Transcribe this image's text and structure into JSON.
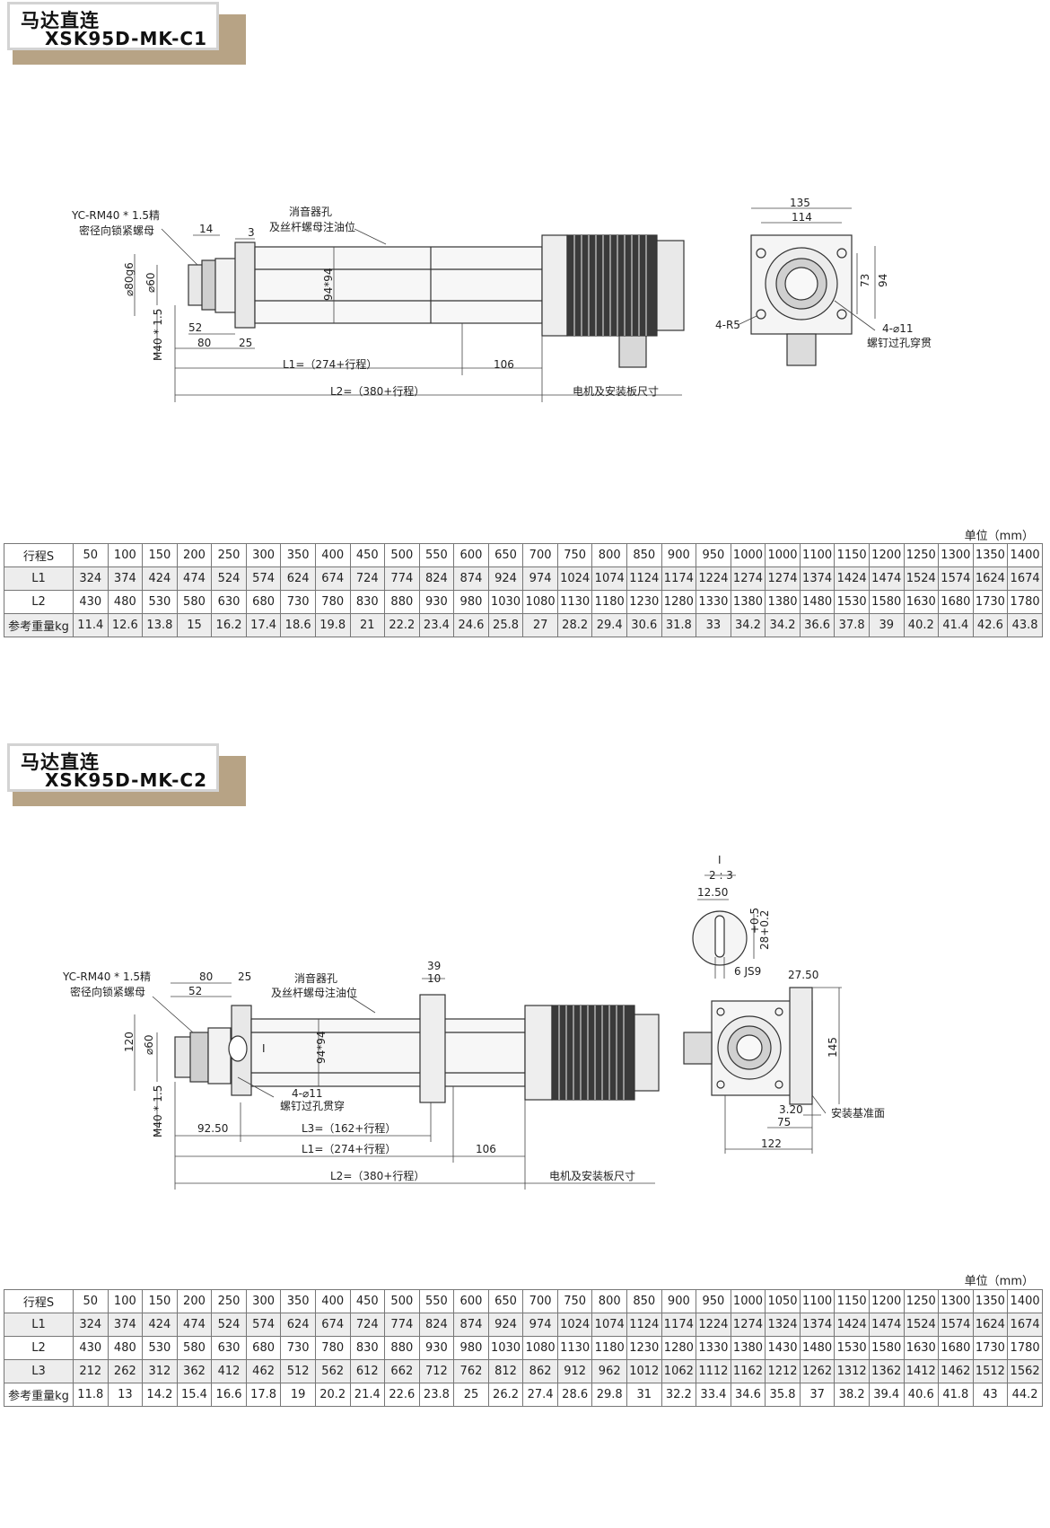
{
  "section1": {
    "title_cn": "马达直连",
    "model": "XSK95D-MK-C1",
    "unit": "单位（mm）",
    "labels": {
      "nut": "YC-RM40 * 1.5精",
      "nut2": "密径向锁紧螺母",
      "muffler": "消音器孔",
      "muffler2": "及丝杆螺母注油位",
      "d14": "14",
      "d3": "3",
      "dia80": "⌀80g6",
      "dia60": "⌀60",
      "m40": "M40 * 1.5",
      "d52": "52",
      "d80": "80",
      "d25": "25",
      "d9494": "94*94",
      "l1": "L1=（274+行程）",
      "d106": "106",
      "l2": "L2=（380+行程）",
      "motor": "电机及安装板尺寸",
      "d135": "135",
      "d114": "114",
      "d73": "73",
      "d94": "94",
      "r5": "4-R5",
      "hole": "4-⌀11",
      "hole2": "螺钉过孔穿贯"
    },
    "table": {
      "rows": [
        {
          "h": "行程S",
          "v": [
            "50",
            "100",
            "150",
            "200",
            "250",
            "300",
            "350",
            "400",
            "450",
            "500",
            "550",
            "600",
            "650",
            "700",
            "750",
            "800",
            "850",
            "900",
            "950",
            "1000",
            "1000",
            "1100",
            "1150",
            "1200",
            "1250",
            "1300",
            "1350",
            "1400"
          ]
        },
        {
          "h": "L1",
          "v": [
            "324",
            "374",
            "424",
            "474",
            "524",
            "574",
            "624",
            "674",
            "724",
            "774",
            "824",
            "874",
            "924",
            "974",
            "1024",
            "1074",
            "1124",
            "1174",
            "1224",
            "1274",
            "1274",
            "1374",
            "1424",
            "1474",
            "1524",
            "1574",
            "1624",
            "1674"
          ]
        },
        {
          "h": "L2",
          "v": [
            "430",
            "480",
            "530",
            "580",
            "630",
            "680",
            "730",
            "780",
            "830",
            "880",
            "930",
            "980",
            "1030",
            "1080",
            "1130",
            "1180",
            "1230",
            "1280",
            "1330",
            "1380",
            "1380",
            "1480",
            "1530",
            "1580",
            "1630",
            "1680",
            "1730",
            "1780"
          ]
        },
        {
          "h": "参考重量kg",
          "v": [
            "11.4",
            "12.6",
            "13.8",
            "15",
            "16.2",
            "17.4",
            "18.6",
            "19.8",
            "21",
            "22.2",
            "23.4",
            "24.6",
            "25.8",
            "27",
            "28.2",
            "29.4",
            "30.6",
            "31.8",
            "33",
            "34.2",
            "34.2",
            "36.6",
            "37.8",
            "39",
            "40.2",
            "41.4",
            "42.6",
            "43.8"
          ]
        }
      ]
    }
  },
  "section2": {
    "title_cn": "马达直连",
    "model": "XSK95D-MK-C2",
    "unit": "单位（mm）",
    "labels": {
      "nut": "YC-RM40 * 1.5精",
      "nut2": "密径向锁紧螺母",
      "muffler": "消音器孔",
      "muffler2": "及丝杆螺母注油位",
      "d80": "80",
      "d25": "25",
      "d52": "52",
      "d39": "39",
      "d10": "10",
      "d120": "120",
      "dia60": "⌀60",
      "m40": "M40 * 1.5",
      "d9494": "94*94",
      "mark": "I",
      "hole": "4-⌀11",
      "hole2": "螺钉过孔贯穿",
      "d9250": "92.50",
      "l3": "L3=（162+行程）",
      "l1": "L1=（274+行程）",
      "d106": "106",
      "l2": "L2=（380+行程）",
      "motor": "电机及安装板尺寸",
      "detail": "I",
      "scale": "2 : 3",
      "d1250": "12.50",
      "tol": "28+0.2",
      "tol2": "+0.5",
      "js9": "6 JS9",
      "d2750": "27.50",
      "d145": "145",
      "d320": "3.20",
      "d75": "75",
      "d122": "122",
      "datum": "安装基准面"
    },
    "table": {
      "rows": [
        {
          "h": "行程S",
          "v": [
            "50",
            "100",
            "150",
            "200",
            "250",
            "300",
            "350",
            "400",
            "450",
            "500",
            "550",
            "600",
            "650",
            "700",
            "750",
            "800",
            "850",
            "900",
            "950",
            "1000",
            "1050",
            "1100",
            "1150",
            "1200",
            "1250",
            "1300",
            "1350",
            "1400"
          ]
        },
        {
          "h": "L1",
          "v": [
            "324",
            "374",
            "424",
            "474",
            "524",
            "574",
            "624",
            "674",
            "724",
            "774",
            "824",
            "874",
            "924",
            "974",
            "1024",
            "1074",
            "1124",
            "1174",
            "1224",
            "1274",
            "1324",
            "1374",
            "1424",
            "1474",
            "1524",
            "1574",
            "1624",
            "1674"
          ]
        },
        {
          "h": "L2",
          "v": [
            "430",
            "480",
            "530",
            "580",
            "630",
            "680",
            "730",
            "780",
            "830",
            "880",
            "930",
            "980",
            "1030",
            "1080",
            "1130",
            "1180",
            "1230",
            "1280",
            "1330",
            "1380",
            "1430",
            "1480",
            "1530",
            "1580",
            "1630",
            "1680",
            "1730",
            "1780"
          ]
        },
        {
          "h": "L3",
          "v": [
            "212",
            "262",
            "312",
            "362",
            "412",
            "462",
            "512",
            "562",
            "612",
            "662",
            "712",
            "762",
            "812",
            "862",
            "912",
            "962",
            "1012",
            "1062",
            "1112",
            "1162",
            "1212",
            "1262",
            "1312",
            "1362",
            "1412",
            "1462",
            "1512",
            "1562"
          ]
        },
        {
          "h": "参考重量kg",
          "v": [
            "11.8",
            "13",
            "14.2",
            "15.4",
            "16.6",
            "17.8",
            "19",
            "20.2",
            "21.4",
            "22.6",
            "23.8",
            "25",
            "26.2",
            "27.4",
            "28.6",
            "29.8",
            "31",
            "32.2",
            "33.4",
            "34.6",
            "35.8",
            "37",
            "38.2",
            "39.4",
            "40.6",
            "41.8",
            "43",
            "44.2"
          ]
        }
      ]
    }
  }
}
